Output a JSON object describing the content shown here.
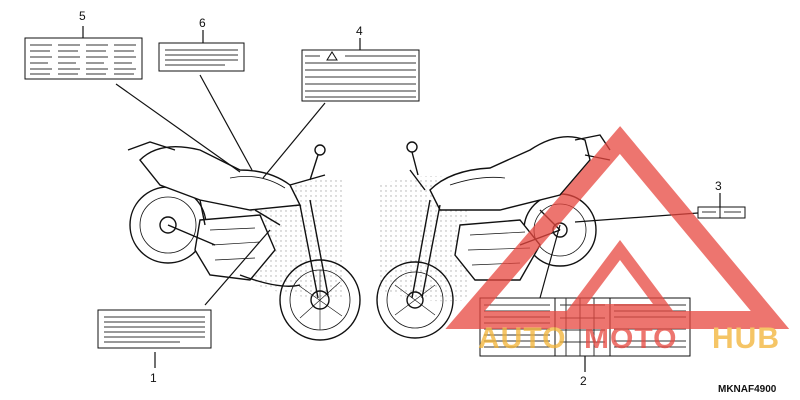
{
  "diagram": {
    "part_code": "MKNAF4900",
    "callouts": [
      {
        "id": "1",
        "label": "1"
      },
      {
        "id": "2",
        "label": "2"
      },
      {
        "id": "3",
        "label": "3"
      },
      {
        "id": "4",
        "label": "4"
      },
      {
        "id": "5",
        "label": "5"
      },
      {
        "id": "6",
        "label": "6"
      }
    ]
  },
  "watermark": {
    "text_left": "AUTO",
    "text_mid": "MOTO",
    "text_right": "HUB",
    "color_red": "#e8473f",
    "color_gold": "#f2b233"
  }
}
